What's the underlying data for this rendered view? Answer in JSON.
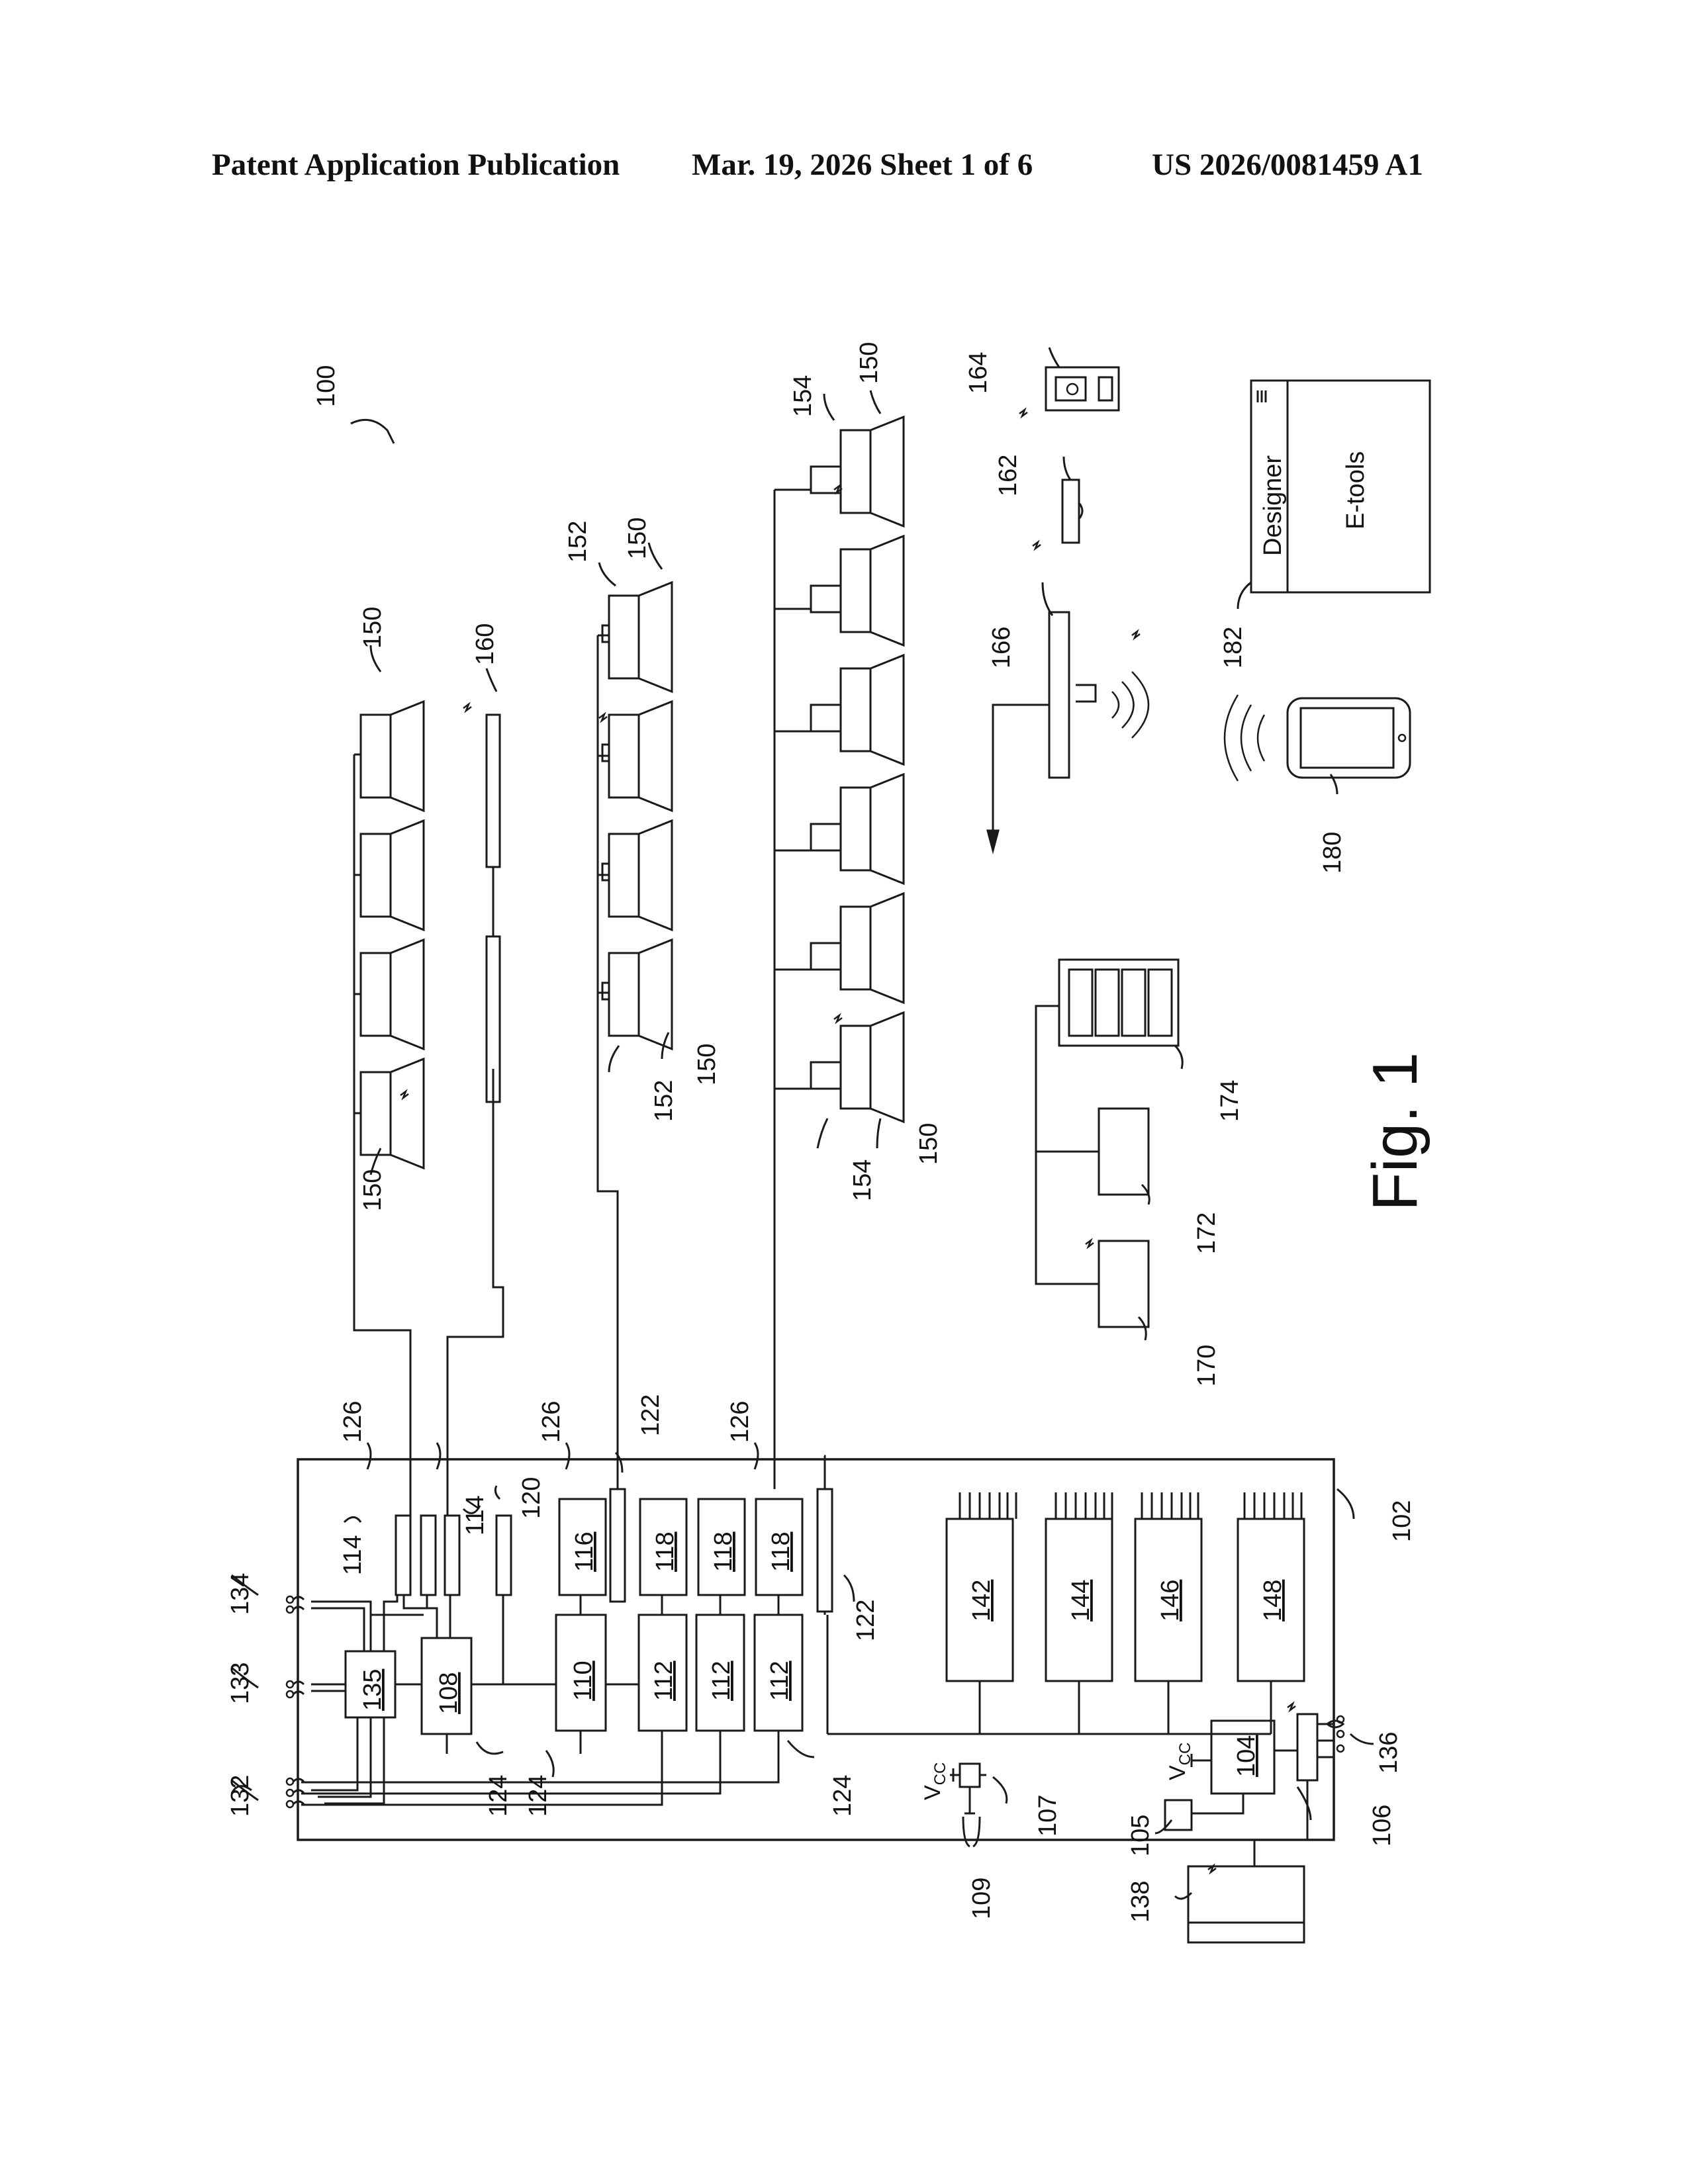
{
  "header": {
    "publication_label": "Patent Application Publication",
    "date_sheet": "Mar. 19, 2026  Sheet 1 of 6",
    "patent_number": "US 2026/0081459 A1"
  },
  "figure": {
    "caption": "Fig. 1",
    "refs": {
      "r100": "100",
      "r102": "102",
      "r104": "104",
      "r105": "105",
      "r106": "106",
      "r107": "107",
      "r108": "108",
      "r109": "109",
      "r110": "110",
      "r112": "112",
      "r114": "114",
      "r116": "116",
      "r118": "118",
      "r120": "120",
      "r122": "122",
      "r124": "124",
      "r126": "126",
      "r132": "132",
      "r133": "133",
      "r134": "134",
      "r135": "135",
      "r136": "136",
      "r138": "138",
      "r142": "142",
      "r144": "144",
      "r146": "146",
      "r148": "148",
      "r150": "150",
      "r152": "152",
      "r154": "154",
      "r160": "160",
      "r162": "162",
      "r164": "164",
      "r166": "166",
      "r170": "170",
      "r172": "172",
      "r174": "174",
      "r180": "180",
      "r182": "182"
    },
    "vcc": "V",
    "vcc_sub": "CC",
    "software_window": {
      "title": "Designer",
      "body": "E-tools"
    }
  }
}
